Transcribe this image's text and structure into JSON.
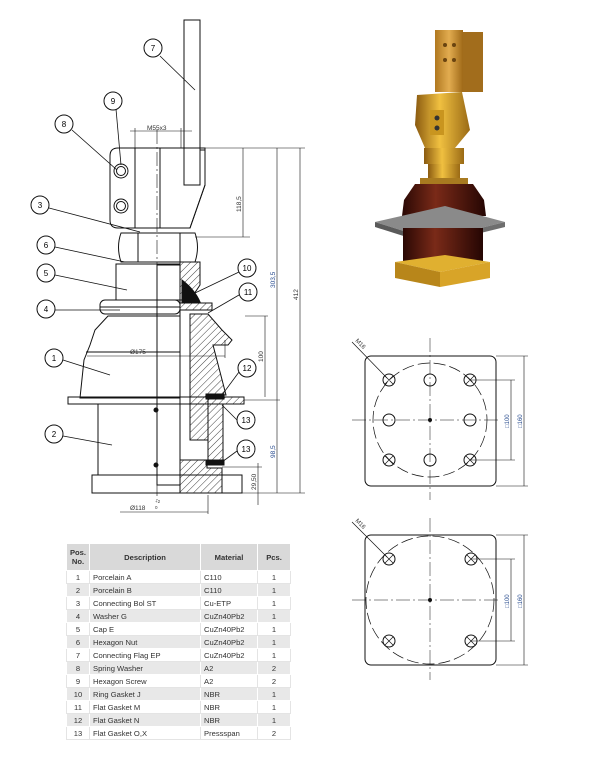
{
  "balloons": [
    "7",
    "9",
    "8",
    "3",
    "6",
    "5",
    "4",
    "1",
    "2",
    "10",
    "11",
    "12",
    "13",
    "13"
  ],
  "dimensions": {
    "thread": "M55x3",
    "h1": "118,5",
    "h2": "303,5",
    "h3": "412",
    "h4": "100",
    "dia1": "Ø175",
    "h5": "98,5",
    "h6": "29,50",
    "dia2": "Ø118",
    "tol": "+2",
    "tol0": "0"
  },
  "flange1": {
    "thread": "M16",
    "inner": "□100",
    "outer": "□160"
  },
  "flange2": {
    "thread": "M16",
    "inner": "□100",
    "outer": "□160"
  },
  "table": {
    "headers": {
      "pos": "Pos. No.",
      "description": "Description",
      "material": "Material",
      "pcs": "Pcs."
    },
    "rows": [
      {
        "pos": "1",
        "description": "Porcelain A",
        "material": "C110",
        "pcs": "1"
      },
      {
        "pos": "2",
        "description": "Porcelain B",
        "material": "C110",
        "pcs": "1"
      },
      {
        "pos": "3",
        "description": "Connecting Bol ST",
        "material": "Cu-ETP",
        "pcs": "1"
      },
      {
        "pos": "4",
        "description": "Washer G",
        "material": "CuZn40Pb2",
        "pcs": "1"
      },
      {
        "pos": "5",
        "description": "Cap E",
        "material": "CuZn40Pb2",
        "pcs": "1"
      },
      {
        "pos": "6",
        "description": "Hexagon Nut",
        "material": "CuZn40Pb2",
        "pcs": "1"
      },
      {
        "pos": "7",
        "description": "Connecting Flag EP",
        "material": "CuZn40Pb2",
        "pcs": "1"
      },
      {
        "pos": "8",
        "description": "Spring  Washer",
        "material": "A2",
        "pcs": "2"
      },
      {
        "pos": "9",
        "description": "Hexagon Screw",
        "material": "A2",
        "pcs": "2"
      },
      {
        "pos": "10",
        "description": "Ring Gasket J",
        "material": "NBR",
        "pcs": "1"
      },
      {
        "pos": "11",
        "description": "Flat Gasket M",
        "material": "NBR",
        "pcs": "1"
      },
      {
        "pos": "12",
        "description": "Flat Gasket N",
        "material": "NBR",
        "pcs": "1"
      },
      {
        "pos": "13",
        "description": "Flat Gasket O,X",
        "material": "Pressspan",
        "pcs": "2"
      }
    ]
  },
  "colors": {
    "line": "#111111",
    "dim_text": "#2a4d8f",
    "copper": "#c8902a",
    "porcelain": "#5a1a10",
    "plate": "#8a8a8a"
  }
}
